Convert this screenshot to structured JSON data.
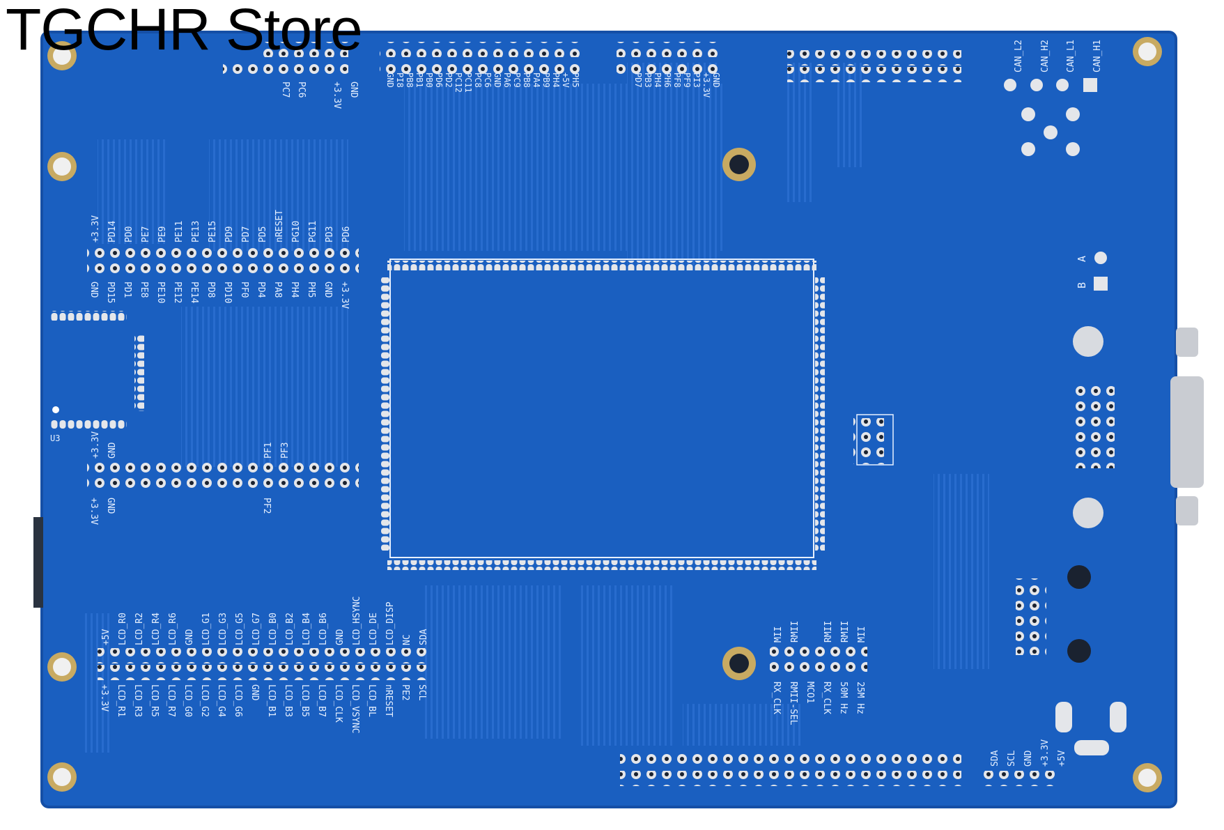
{
  "store_name": "TGCHR Store",
  "colors": {
    "board": "#1a5fc0",
    "board_dark": "#154fa6",
    "trace": "#2a6ed0",
    "silk": "#e6f0ff",
    "pad": "#e4e6ea",
    "hole": "#1a2230",
    "gold": "#c8aa62",
    "background": "#ffffff"
  },
  "labels": {
    "top_left_header": [
      "PC7",
      "PC6",
      "+3.3V",
      "GND"
    ],
    "top_mid_top": [
      "PH5",
      "+5V",
      "PH4",
      "PB9",
      "PA4",
      "PB8",
      "PC9",
      "PA6",
      "GND",
      "PC6",
      "PC8",
      "PC11",
      "PC12",
      "PD2",
      "PD6",
      "PB0",
      "PB1",
      "PB8",
      "PI8",
      "GND"
    ],
    "top_right_header": [
      "GND",
      "+3.3V",
      "PI3",
      "PF9",
      "PF8",
      "PH6",
      "PH4",
      "PB3",
      "PD7"
    ],
    "can_labels": [
      "CAN_L2",
      "CAN_H2",
      "CAN_L1",
      "CAN_H1"
    ],
    "left_upper_top": [
      "+3.3V",
      "PD14",
      "PD0",
      "PE7",
      "PE9",
      "PE11",
      "PE13",
      "PE15",
      "PD9",
      "PD7",
      "PD5",
      "nRESET",
      "PG10",
      "PG11",
      "PD3",
      "PD6"
    ],
    "left_upper_bottom": [
      "GND",
      "PD15",
      "PD1",
      "PE8",
      "PE10",
      "PE12",
      "PE14",
      "PD8",
      "PD10",
      "PF0",
      "PD4",
      "PA8",
      "PH4",
      "PH5",
      "GND",
      "+3.3V"
    ],
    "u3_label": "U3",
    "left_mid_top": [
      "+3.3V",
      "GND",
      "PF1",
      "PF3"
    ],
    "left_mid_bottom": [
      "+3.3V",
      "GND",
      "PF2"
    ],
    "rs485": [
      "A",
      "B"
    ],
    "lcd_top": [
      "+5V",
      "LCD_R0",
      "LCD_R2",
      "LCD_R4",
      "LCD_R6",
      "GND",
      "LCD_G1",
      "LCD_G3",
      "LCD_G5",
      "LCD_G7",
      "LCD_B0",
      "LCD_B2",
      "LCD_B4",
      "LCD_B6",
      "GND",
      "LCD_HSYNC",
      "LCD_DE",
      "LCD_DISP",
      "NC",
      "SDA"
    ],
    "lcd_bottom": [
      "+3.3V",
      "LCD_R1",
      "LCD_R3",
      "LCD_R5",
      "LCD_R7",
      "LCD_G0",
      "LCD_G2",
      "LCD_G4",
      "LCD_G6",
      "GND",
      "LCD_B1",
      "LCD_B3",
      "LCD_B5",
      "LCD_B7",
      "LCD_CLK",
      "LCD_VSYNC",
      "LCD_BL",
      "nRESET",
      "PE2",
      "SCL"
    ],
    "eth_top": [
      "MII",
      "RMII",
      "RMII",
      "RMII",
      "MII"
    ],
    "eth_bottom": [
      "RX_CLK",
      "RMII-SEL",
      "MCO1",
      "RX_CLK",
      "50M Hz",
      "25M Hz"
    ],
    "i2c": [
      "SDA",
      "SCL",
      "GND",
      "+3.3V",
      "+5V"
    ]
  }
}
